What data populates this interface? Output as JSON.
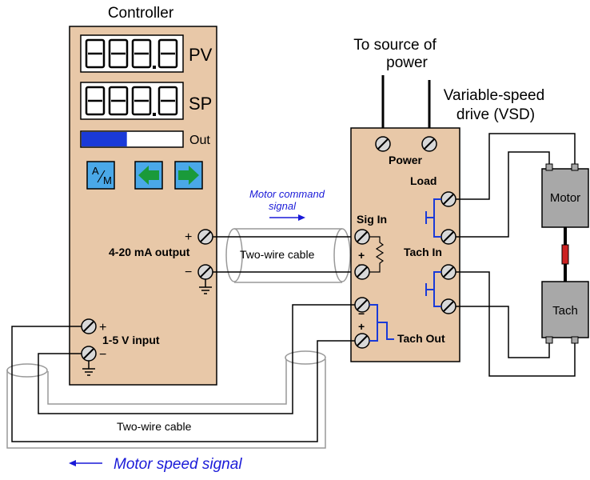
{
  "controller": {
    "title": "Controller",
    "pv_label": "PV",
    "sp_label": "SP",
    "out_label": "Out",
    "out_level_percent": 45,
    "display_digits": "888.8",
    "am_button_top": "A",
    "am_button_bottom": "M",
    "output_label": "4-20 mA output",
    "input_label": "1-5 V input",
    "plus": "+",
    "minus": "−"
  },
  "vsd": {
    "source_label_line1": "To source of",
    "source_label_line2": "power",
    "title_line1": "Variable-speed",
    "title_line2": "drive (VSD)",
    "power_label": "Power",
    "load_label": "Load",
    "sig_in_label": "Sig In",
    "tach_in_label": "Tach In",
    "tach_out_label": "Tach Out",
    "plus": "+",
    "minus": "−"
  },
  "devices": {
    "motor_label": "Motor",
    "tach_label": "Tach"
  },
  "cables": {
    "upper_cable_label": "Two-wire cable",
    "lower_cable_label": "Two-wire cable"
  },
  "signals": {
    "motor_command_line1": "Motor command",
    "motor_command_line2": "signal",
    "motor_speed": "Motor speed signal"
  },
  "colors": {
    "panel": "#e8c8a8",
    "display_fill": "#ffffff",
    "bar_fill": "#1a3ad8",
    "button_fill": "#4aa8e8",
    "arrow_fill": "#1a9a3a",
    "signal_text": "#1a1ad8",
    "device_fill": "#a8a8a8",
    "coupling": "#cc2222"
  }
}
